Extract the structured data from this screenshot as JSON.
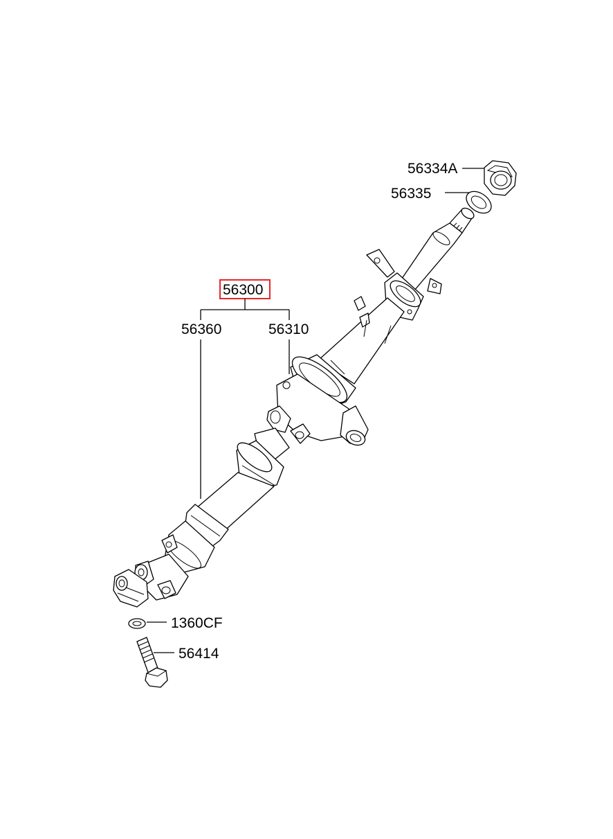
{
  "parts": {
    "assembly": "56300",
    "lower_column": "56360",
    "upper_column": "56310",
    "nut": "56334A",
    "washer": "56335",
    "washer_small": "1360CF",
    "bolt": "56414"
  },
  "colors": {
    "highlight_box": "#e8252a",
    "line": "#000000",
    "background": "#ffffff"
  }
}
